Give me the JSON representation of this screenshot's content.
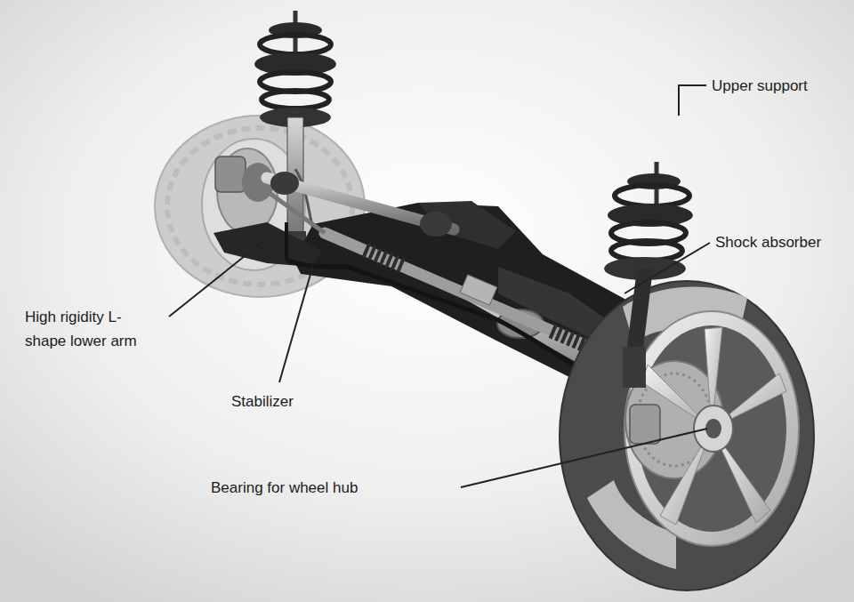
{
  "diagram": {
    "labels": [
      "Upper support",
      "Shock absorber",
      "High rigidity L-shape lower arm",
      "Stabilizer",
      "Bearing for wheel hub"
    ]
  }
}
